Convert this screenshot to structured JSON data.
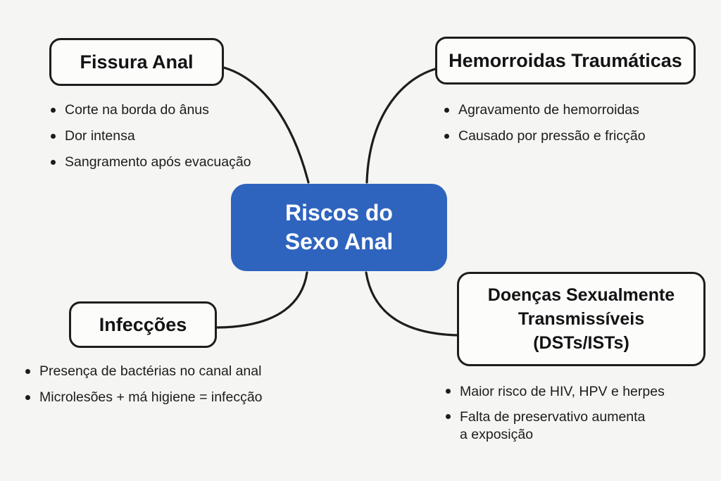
{
  "colors": {
    "background": "#f5f5f3",
    "node_fill": "#fcfcfb",
    "outline": "#1d1d1d",
    "accent_blue": "#2e64be",
    "center_text": "#ffffff",
    "body_text": "#1c1c1c"
  },
  "center_node": {
    "lines": [
      "Riscos do",
      "Sexo Anal"
    ]
  },
  "nodes": {
    "fissura": {
      "title": "Fissura Anal",
      "bullets": [
        "Corte na borda do ânus",
        "Dor intensa",
        "Sangramento após evacuação"
      ]
    },
    "hemorroidas": {
      "title": "Hemorroidas Traumáticas",
      "bullets": [
        "Agravamento de hemorroidas",
        "Causado por pressão e fricção"
      ]
    },
    "infeccoes": {
      "title": "Infecções",
      "bullets": [
        "Presença de bactérias no canal anal",
        "Microlesões + má higiene = infecção"
      ]
    },
    "dsts": {
      "title_lines": [
        "Doenças Sexualmente",
        "Transmissíveis",
        "(DSTs/ISTs)"
      ],
      "bullets": [
        "Maior risco de HIV, HPV e herpes",
        "Falta de preservativo aumenta a exposição"
      ]
    }
  }
}
